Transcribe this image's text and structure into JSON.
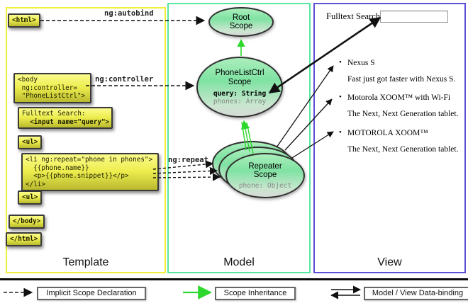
{
  "colors": {
    "template_border": "#f2ef3a",
    "model_border": "#57e8a0",
    "view_border": "#5b50d6",
    "box_yellow": "#efef4a",
    "inheritance_green": "#2bd82b"
  },
  "template_panel": {
    "title": "Template",
    "labels": {
      "autobind": "ng:autobind",
      "controller": "ng:controller",
      "repeat": "ng:repeat"
    },
    "boxes": {
      "html_open": "<html>",
      "body_open": "<body\n ng:controller=\n \"PhoneListCtrl\">",
      "fulltext_label": "Fulltext Search:",
      "fulltext_input": "  <input name=\"query\">",
      "ul_open": "<ul>",
      "li_repeat": "<li ng:repeat=\"phone in phones\">\n  {{phone.name}}\n  <p>{{phone.snippet}}</p>\n</li>",
      "ul_close": "<ul>",
      "body_close": "</body>",
      "html_close": "</html>"
    }
  },
  "model_panel": {
    "title": "Model",
    "root_scope": {
      "name": "Root\nScope"
    },
    "phonelist_scope": {
      "name": "PhoneListCtrl\nScope",
      "prop1": "query: String",
      "prop2": "phones: Array"
    },
    "repeater_scope": {
      "name": "Repeater\nScope",
      "prop1": "phone: Object"
    }
  },
  "view_panel": {
    "title": "View",
    "search_label": "Fulltext Search:",
    "items": [
      {
        "name": "Nexus S",
        "desc": "Fast just got faster with Nexus S."
      },
      {
        "name": "Motorola XOOM™  with Wi-Fi",
        "desc": "The Next, Next Generation tablet."
      },
      {
        "name": "MOTOROLA XOOM™",
        "desc": "The Next, Next Generation tablet."
      }
    ]
  },
  "legend": {
    "implicit": "Implicit Scope Declaration",
    "inheritance": "Scope Inheritance",
    "binding": "Model / View Data-binding"
  }
}
